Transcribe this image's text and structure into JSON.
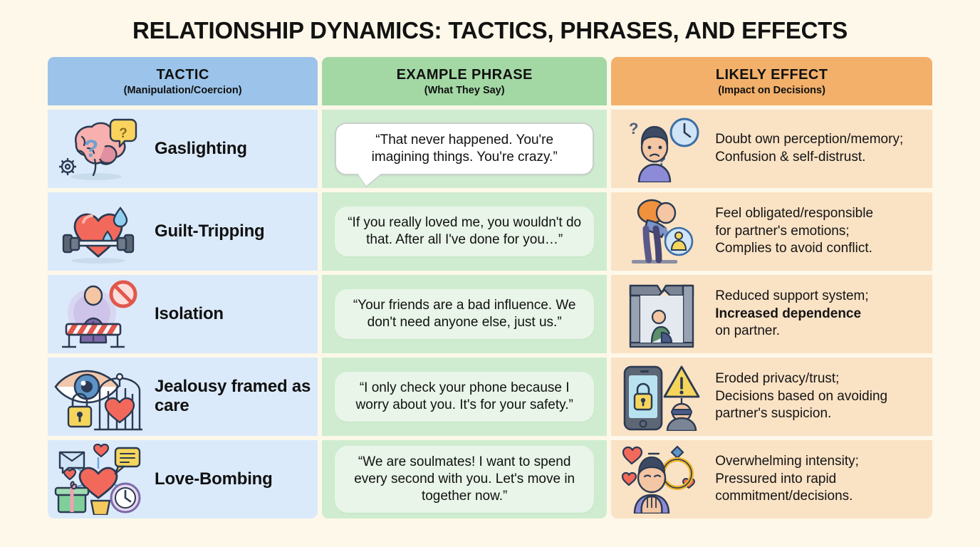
{
  "title": "RELATIONSHIP DYNAMICS: TACTICS, PHRASES, AND EFFECTS",
  "colors": {
    "background": "#fdf8e9",
    "header_tactic": "#9cc4ea",
    "header_phrase": "#a3d8a4",
    "header_effect": "#f2b06a",
    "body_tactic": "#dbeafb",
    "body_phrase": "#cfecd0",
    "body_effect": "#fae2c5",
    "bubble_white": "#ffffff",
    "bubble_mint": "#e8f5e8",
    "text": "#111111"
  },
  "headers": [
    {
      "title": "TACTIC",
      "subtitle": "(Manipulation/Coercion)"
    },
    {
      "title": "EXAMPLE PHRASE",
      "subtitle": "(What They Say)"
    },
    {
      "title": "LIKELY EFFECT",
      "subtitle": "(Impact on Decisions)"
    }
  ],
  "rows": [
    {
      "tactic": "Gaslighting",
      "tactic_icon": "brain-question-gear-icon",
      "phrase": "“That never happened. You're imagining things. You're crazy.”",
      "phrase_style": "speech-bubble-with-tail",
      "effect_icon": "confused-person-clock-question-icon",
      "effect_line1": "Doubt own perception/memory;",
      "effect_line2": "Confusion & self-distrust.",
      "effect_bold": ""
    },
    {
      "tactic": "Guilt-Tripping",
      "tactic_icon": "heart-sweat-barbell-icon",
      "phrase": "“If you really loved me, you wouldn't do that. After all I've done for you…”",
      "phrase_style": "rounded-box",
      "effect_icon": "burdened-person-icon",
      "effect_line1": "Feel obligated/responsible",
      "effect_line2": "for partner's emotions;",
      "effect_line3": "Complies to avoid conflict.",
      "effect_bold": ""
    },
    {
      "tactic": "Isolation",
      "tactic_icon": "person-barrier-prohibited-icon",
      "phrase": "“Your friends are a bad influence. We don't need anyone else, just us.”",
      "phrase_style": "rounded-box",
      "effect_icon": "person-in-broken-box-icon",
      "effect_line1": "Reduced support system;",
      "effect_line2": "Increased dependence",
      "effect_line3": "on partner.",
      "effect_bold": "Increased dependence"
    },
    {
      "tactic": "Jealousy framed as care",
      "tactic_icon": "eye-lock-caged-heart-icon",
      "phrase": "“I only check your phone because I worry about you. It's for your safety.”",
      "phrase_style": "rounded-box",
      "effect_icon": "phone-lock-warning-spy-icon",
      "effect_line1": "Eroded privacy/trust;",
      "effect_line2": "Decisions based on avoiding",
      "effect_line3": "partner's suspicion.",
      "effect_bold": ""
    },
    {
      "tactic": "Love-Bombing",
      "tactic_icon": "hearts-gifts-messages-burst-icon",
      "phrase": "“We are soulmates! I want to spend every second with you. Let's move in together now.”",
      "phrase_style": "rounded-box",
      "effect_icon": "overwhelmed-person-ring-hearts-icon",
      "effect_line1": "Overwhelming intensity;",
      "effect_line2": "Pressured into rapid",
      "effect_line3": "commitment/decisions.",
      "effect_bold": ""
    }
  ]
}
